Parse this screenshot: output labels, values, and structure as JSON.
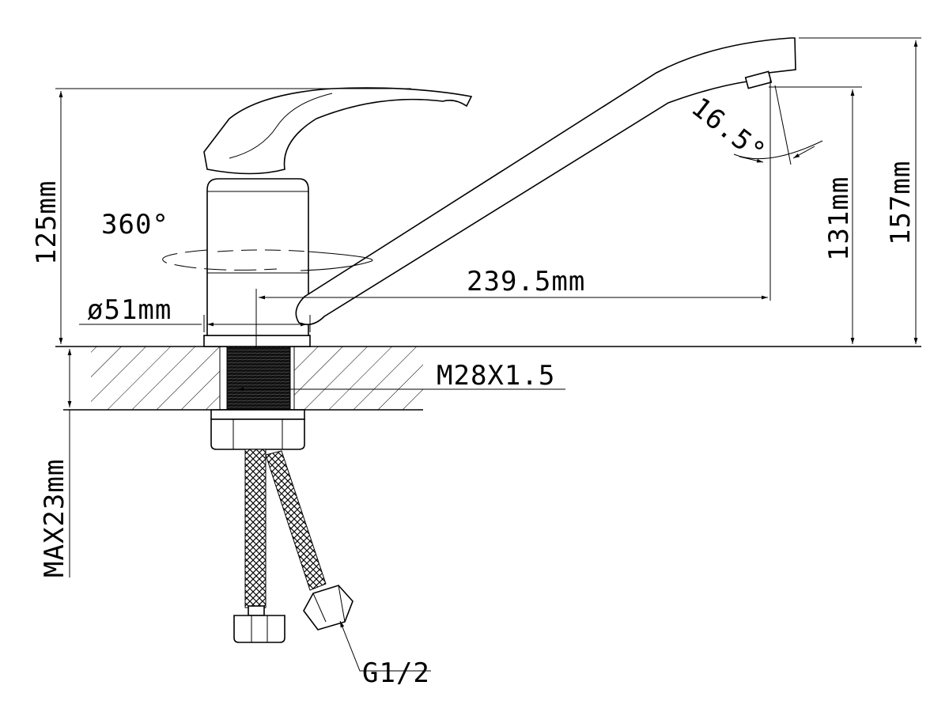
{
  "title": "Kitchen faucet dimension drawing",
  "labels": {
    "height_handle": "125mm",
    "rotation": "360°",
    "base_diameter": "ø51mm",
    "spout_reach": "239.5mm",
    "spout_angle": "16.5°",
    "spout_height": "131mm",
    "total_height": "157mm",
    "thread": "M28X1.5",
    "max_counter_thickness": "MAX23mm",
    "hose_connection": "G1/2"
  },
  "colors": {
    "line": "#000000",
    "background": "#ffffff"
  }
}
